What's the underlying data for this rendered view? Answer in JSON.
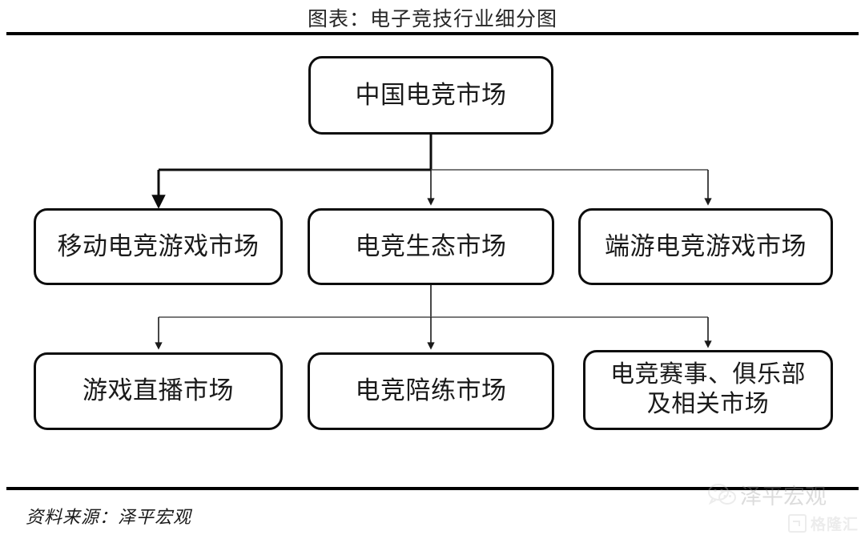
{
  "title": "图表：电子竞技行业细分图",
  "source": "资料来源：泽平宏观",
  "diagram": {
    "type": "org-chart",
    "root": {
      "id": "china-esports-market",
      "label": "中国电竞市场"
    },
    "level2": [
      {
        "id": "mobile-esports-game-market",
        "label": "移动电竞游戏市场"
      },
      {
        "id": "esports-ecosystem-market",
        "label": "电竞生态市场"
      },
      {
        "id": "pc-esports-game-market",
        "label": "端游电竞游戏市场"
      }
    ],
    "level3": [
      {
        "id": "game-streaming-market",
        "label": "游戏直播市场"
      },
      {
        "id": "esports-coaching-market",
        "label": "电竞陪练市场"
      },
      {
        "id": "esports-events-clubs-market",
        "label": "电竞赛事、俱乐部\n及相关市场"
      }
    ],
    "level3_parent": "esports-ecosystem-market"
  },
  "watermark": {
    "account_name": "泽平宏观",
    "icon": "wechat-icon",
    "brand_name": "格隆汇",
    "brand_mark": "gelonghui-logo-icon"
  },
  "colors": {
    "line": "#0d0d0d",
    "thin_line": "#4d4d4d",
    "text": "#1a1a1a",
    "background": "#ffffff",
    "watermark": "#c9c9c9"
  }
}
